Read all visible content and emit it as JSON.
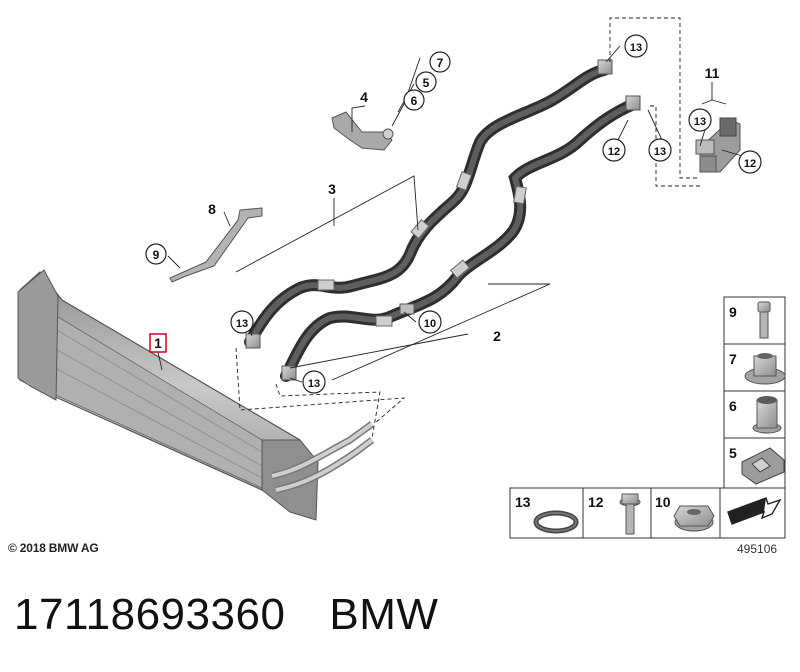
{
  "copyright": "© 2018 BMW AG",
  "diagram_id": "495106",
  "part_number": "17118693360",
  "brand": "BMW",
  "callouts": {
    "c1": "1",
    "c2": "2",
    "c3": "3",
    "c4": "4",
    "c5": "5",
    "c6": "6",
    "c7": "7",
    "c8": "8",
    "c9": "9",
    "c10": "10",
    "c11": "11",
    "c12a": "12",
    "c12b": "12",
    "c13a": "13",
    "c13b": "13",
    "c13c": "13",
    "c13d": "13",
    "c13e": "13"
  },
  "legend": {
    "p9": "9",
    "p7": "7",
    "p6": "6",
    "p5": "5",
    "p13": "13",
    "p12": "12",
    "p10": "10"
  },
  "colors": {
    "highlight": "#d0021b",
    "hose": "#4a4a4a",
    "metal": "#b9b9b9"
  }
}
